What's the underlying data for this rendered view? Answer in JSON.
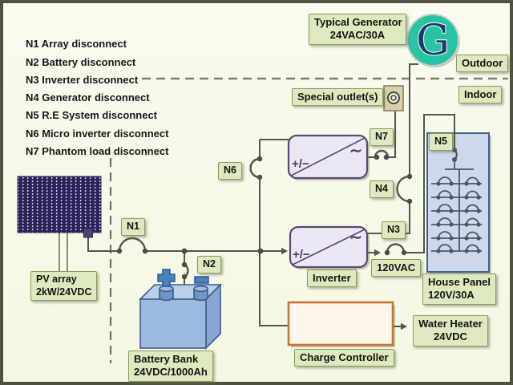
{
  "legend": {
    "items": [
      "N1 Array disconnect",
      "N2 Battery disconnect",
      "N3 Inverter disconnect",
      "N4 Generator disconnect",
      "N5 R.E System disconnect",
      "N6 Micro inverter disconnect",
      "N7 Phantom load disconnect"
    ]
  },
  "zones": {
    "outdoor": "Outdoor",
    "indoor": "Indoor"
  },
  "generator": {
    "title_line1": "Typical Generator",
    "title_line2": "24VAC/30A",
    "icon_letter": "G"
  },
  "switches": {
    "n1": "N1",
    "n2": "N2",
    "n3": "N3",
    "n4": "N4",
    "n5": "N5",
    "n6": "N6",
    "n7": "N7"
  },
  "components": {
    "pv_array": {
      "name": "PV array",
      "spec": "2kW/24VDC"
    },
    "battery_bank": {
      "name": "Battery Bank",
      "spec": "24VDC/1000Ah"
    },
    "inverter": {
      "label": "Inverter",
      "dc_symbol": "+/−",
      "ac_symbol": "∼"
    },
    "micro_inverter": {
      "dc_symbol": "+/−",
      "ac_symbol": "∼"
    },
    "charge_controller": {
      "label": "Charge Controller"
    },
    "water_heater": {
      "name": "Water Heater",
      "spec": "24VDC"
    },
    "house_panel": {
      "name": "House Panel",
      "spec": "120V/30A"
    },
    "special_outlet": {
      "label": "Special outlet(s)"
    },
    "ac_output": {
      "label": "120VAC"
    }
  },
  "colors": {
    "background": "#f5f8e3",
    "frame": "#4d5340",
    "label_fill": "#dfe9c0",
    "label_border": "#8c9d5c",
    "wire": "#54554b",
    "panel_fill": "#cdd8eb",
    "panel_border": "#3f618f",
    "inverter_fill": "#ece7f5",
    "inverter_border": "#5b4a70",
    "charge_controller_border": "#c87332",
    "charge_controller_fill": "#fdf6ea",
    "generator_teal": "#28c3a3",
    "generator_letter": "#1c3a6b",
    "battery_blue": "#9db9dd",
    "pv_dark": "#2b2257"
  }
}
